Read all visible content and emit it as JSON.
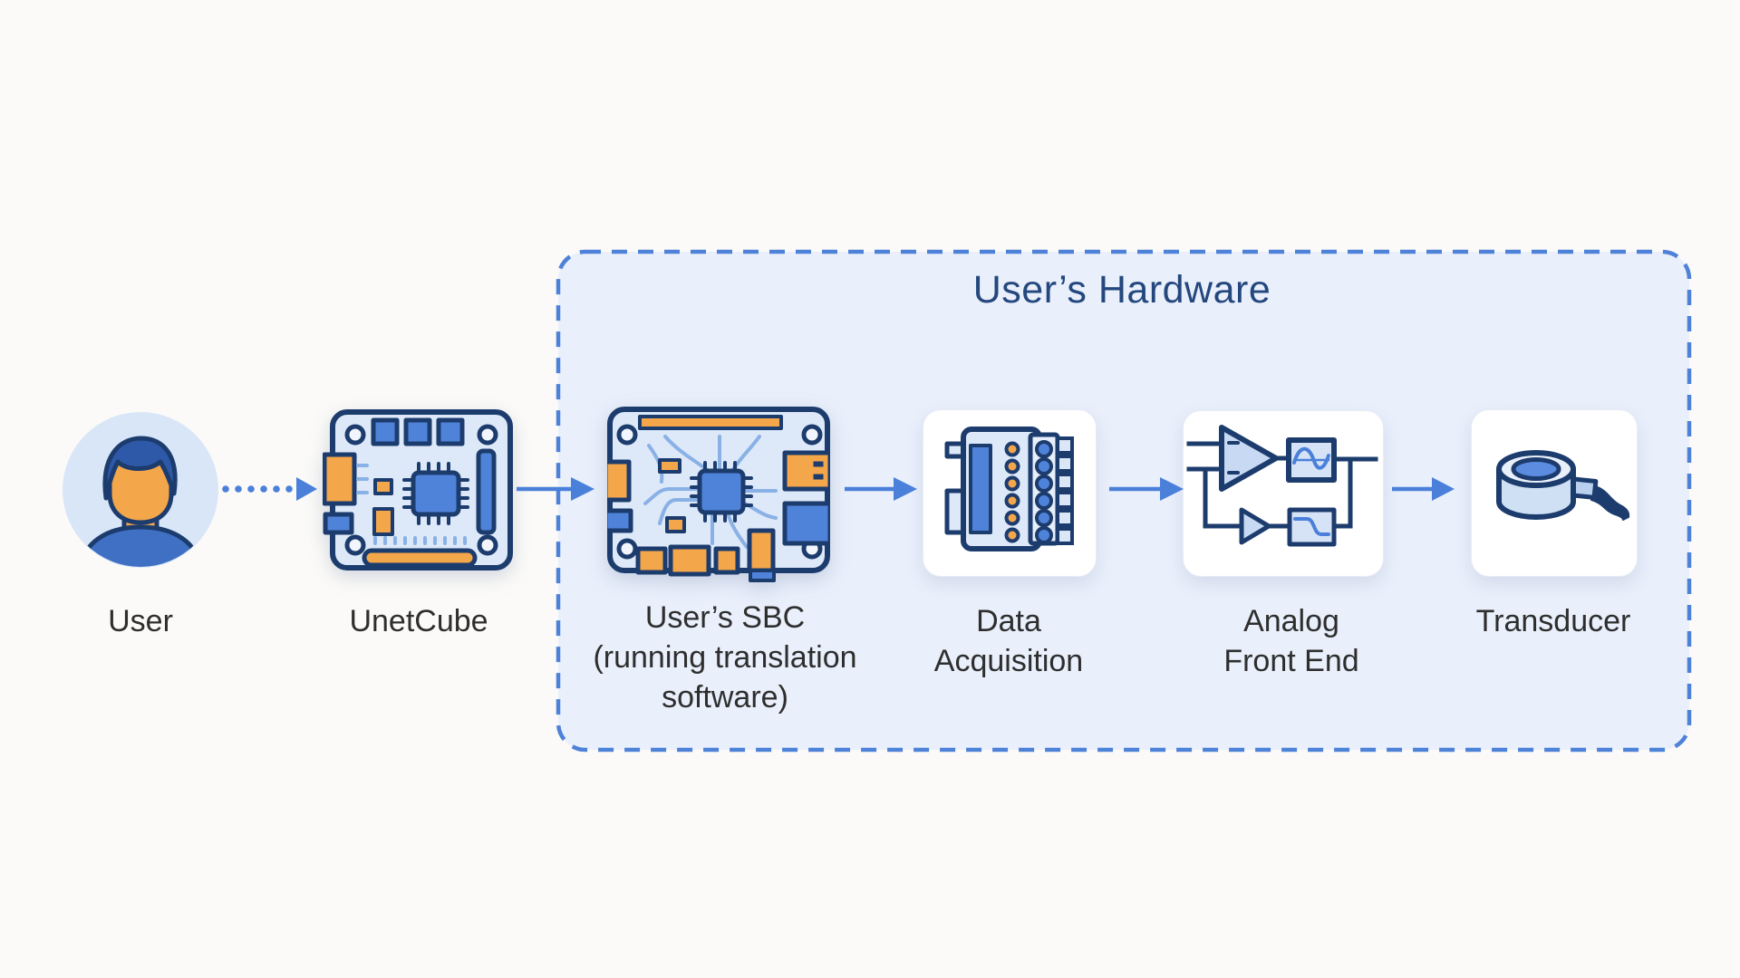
{
  "group": {
    "title": "User’s Hardware"
  },
  "nodes": {
    "user": {
      "label": "User",
      "icon": "person-avatar-icon"
    },
    "unetcube": {
      "label": "UnetCube",
      "icon": "circuit-board-icon"
    },
    "sbc": {
      "label_lines": [
        "User’s SBC",
        "(running translation",
        "software)"
      ],
      "icon": "sbc-board-icon"
    },
    "daq": {
      "label_lines": [
        "Data",
        "Acquisition"
      ],
      "icon": "terminal-block-icon"
    },
    "afe": {
      "label_lines": [
        "Analog",
        "Front End"
      ],
      "icon": "amplifier-filter-icon"
    },
    "transducer": {
      "label": "Transducer",
      "icon": "transducer-puck-icon"
    }
  },
  "connections": [
    {
      "from": "user",
      "to": "unetcube",
      "style": "dotted-arrow"
    },
    {
      "from": "unetcube",
      "to": "sbc",
      "style": "solid-arrow"
    },
    {
      "from": "sbc",
      "to": "daq",
      "style": "solid-arrow"
    },
    {
      "from": "daq",
      "to": "afe",
      "style": "solid-arrow"
    },
    {
      "from": "afe",
      "to": "transducer",
      "style": "solid-arrow"
    }
  ],
  "colors": {
    "bg": "#fbfaf8",
    "panel_fill": "#e9effb",
    "panel_border": "#4d82d8",
    "accent_blue": "#4a80d9",
    "navy": "#1d3c6e",
    "chip_blue": "#4f83d9",
    "board_fill": "#dde9f8",
    "trace_blue": "#8ab1e6",
    "orange": "#f3a64a",
    "card_bg": "#ffffff",
    "title_blue": "#24477e",
    "label_dark": "#2e2e2e",
    "avatar_bg": "#d9e6f8"
  }
}
